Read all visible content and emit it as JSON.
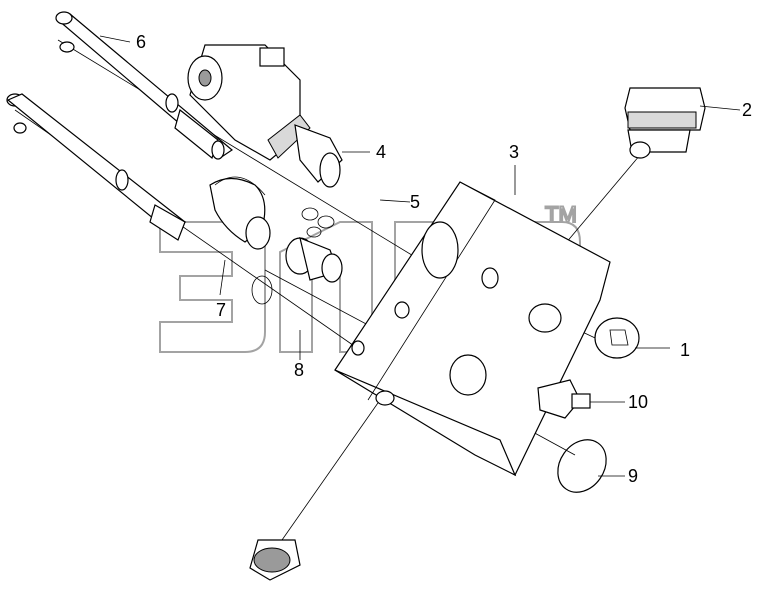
{
  "diagram": {
    "callouts": [
      {
        "id": "1",
        "label": "1"
      },
      {
        "id": "2",
        "label": "2"
      },
      {
        "id": "3",
        "label": "3"
      },
      {
        "id": "4",
        "label": "4"
      },
      {
        "id": "5",
        "label": "5"
      },
      {
        "id": "6",
        "label": "6"
      },
      {
        "id": "7",
        "label": "7"
      },
      {
        "id": "8",
        "label": "8"
      },
      {
        "id": "9",
        "label": "9"
      },
      {
        "id": "10",
        "label": "10"
      }
    ],
    "watermark": {
      "text": "элеф",
      "tm": "TM"
    }
  },
  "colors": {
    "line": "#000000",
    "watermark": "#9a9a9a",
    "background": "#ffffff"
  }
}
